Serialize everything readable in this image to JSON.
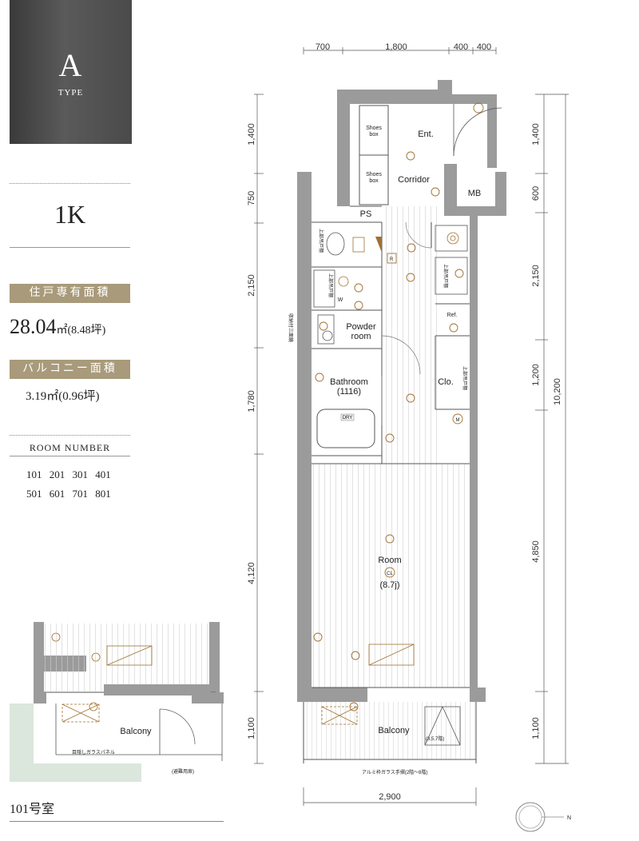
{
  "type_badge": {
    "letter": "A",
    "label": "TYPE"
  },
  "plan_type": "1K",
  "exclusive_area": {
    "label": "住戸専有面積",
    "value": "28.04",
    "unit": "㎡",
    "tsubo": "(8.48坪)"
  },
  "balcony_area": {
    "label": "バルコニー面積",
    "value": "3.19",
    "unit": "㎡",
    "tsubo": "(0.96坪)"
  },
  "room_number": {
    "title": "ROOM NUMBER",
    "row1": "101 201 301 401",
    "row2": "501 601 701 801"
  },
  "inset_room_label": "101号室",
  "dimensions": {
    "top": [
      "700",
      "1,800",
      "400",
      "400"
    ],
    "bottom": "2,900",
    "left": [
      "1,400",
      "750",
      "2,150",
      "1,780",
      "4,120",
      "1,100"
    ],
    "right": [
      "1,400",
      "600",
      "2,150",
      "1,200",
      "4,850",
      "1,100"
    ],
    "total": "10,200"
  },
  "rooms": {
    "entrance": "Ent.",
    "corridor": "Corridor",
    "mb": "MB",
    "ps": "PS",
    "shoes_box_1a": "Shoes",
    "shoes_box_1b": "box",
    "shoes_box_2a": "Shoes",
    "shoes_box_2b": "box",
    "powder_a": "Powder",
    "powder_b": "room",
    "bath": "Bathroom",
    "bath_size": "(1116)",
    "closet": "Clo.",
    "fridge": "Ref.",
    "room": "Room",
    "room_size": "(8.7j)",
    "balcony": "Balcony",
    "balcony_inset": "Balcony",
    "washer": "W",
    "dry": "DRY",
    "meter": "M",
    "cl_mark": "CL",
    "r_mark": "R",
    "upper_cabinet_1": "上部吊戸棚",
    "upper_cabinet_2": "上部吊戸棚",
    "upper_cabinet_3": "上部吊戸棚",
    "upper_cabinet_4": "上部吊戸棚",
    "storage_mirror": "収納付三面鏡",
    "rail_note": "アルミ枠ガラス手摺(2階〜8階)",
    "floor_note": "(3,5,7階)",
    "privacy_panel": "目隠しガラスパネル",
    "evac_door": "(避難用扉)",
    "north": "N"
  }
}
